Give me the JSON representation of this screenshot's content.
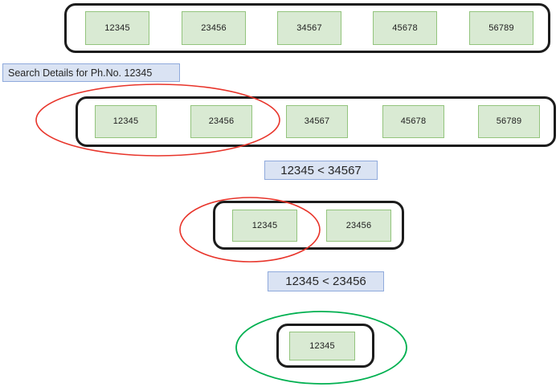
{
  "diagram": {
    "title_note": "Search Details for Ph.No. 12345",
    "colors": {
      "cell_fill": "#d9ead3",
      "cell_border": "#93c47d",
      "container_border": "#1c1c1c",
      "note_fill": "#dae3f3",
      "note_border": "#8faadc",
      "highlight_red": "#e8342a",
      "highlight_green": "#00b050"
    },
    "steps": [
      {
        "name": "initial-array",
        "cells": [
          "12345",
          "23456",
          "34567",
          "45678",
          "56789"
        ],
        "highlight": "none"
      },
      {
        "name": "first-halving",
        "cells": [
          "12345",
          "23456",
          "34567",
          "45678",
          "56789"
        ],
        "highlight": "red",
        "highlighted_cells": [
          "12345",
          "23456"
        ]
      },
      {
        "name": "second-halving",
        "cells": [
          "12345",
          "23456"
        ],
        "highlight": "red",
        "highlighted_cells": [
          "12345"
        ]
      },
      {
        "name": "found",
        "cells": [
          "12345"
        ],
        "highlight": "green",
        "highlighted_cells": [
          "12345"
        ]
      }
    ],
    "comparisons": [
      {
        "name": "compare-1",
        "text": "12345 < 34567"
      },
      {
        "name": "compare-2",
        "text": "12345 < 23456"
      }
    ]
  }
}
